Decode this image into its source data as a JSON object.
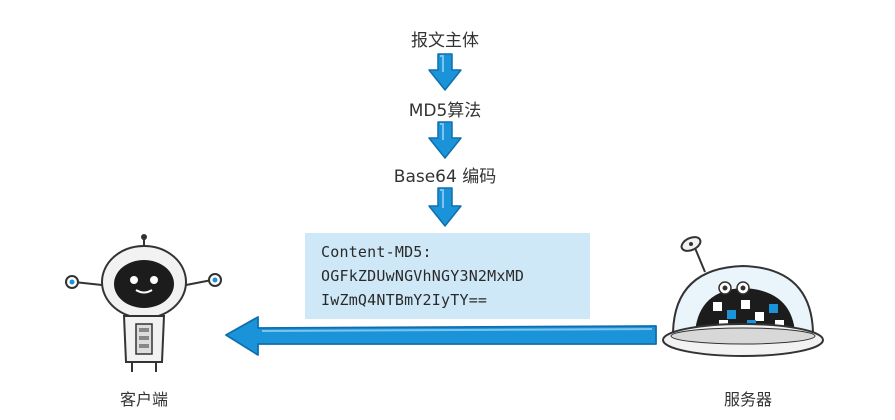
{
  "steps": [
    {
      "label": "报文主体"
    },
    {
      "label": "MD5算法"
    },
    {
      "label": "Base64 编码"
    }
  ],
  "header_box": {
    "line1": "Content-MD5:",
    "line2": "OGFkZDUwNGVhNGY3N2MxMD",
    "line3": "IwZmQ4NTBmY2IyTY=="
  },
  "client": {
    "label": "客户端"
  },
  "server": {
    "label": "服务器"
  },
  "colors": {
    "arrow": "#1a93d8",
    "arrow_dark": "#0f6fae",
    "box": "#cfe8f7",
    "robot_body": "#f2f2f2",
    "robot_face": "#1c1c1c"
  }
}
